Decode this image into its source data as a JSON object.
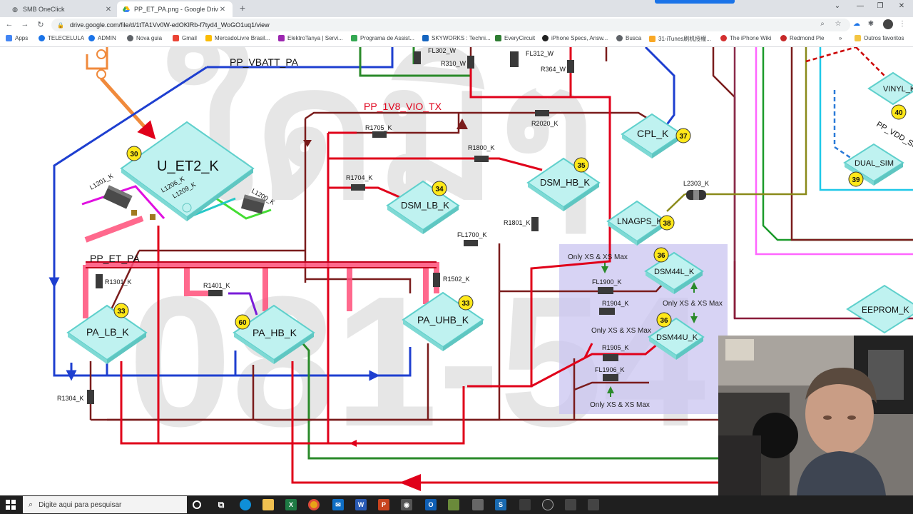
{
  "browser": {
    "tabs": [
      {
        "title": "SMB OneClick",
        "active": false
      },
      {
        "title": "PP_ET_PA.png - Google Drive",
        "active": true
      }
    ],
    "url": "drive.google.com/file/d/1tTA1Vv0W-edOKlRb-f7tyd4_WoGO1uq1/view",
    "bookmarks": [
      {
        "label": "Apps",
        "color": "#4285f4"
      },
      {
        "label": "TELECELULA",
        "color": "#1a73e8"
      },
      {
        "label": "ADMIN",
        "color": "#1a73e8"
      },
      {
        "label": "Nova guia",
        "color": "#5f6368"
      },
      {
        "label": "Gmail",
        "color": "#ea4335"
      },
      {
        "label": "MercadoLivre Brasil...",
        "color": "#fbbc04"
      },
      {
        "label": "ElektroTanya | Servi...",
        "color": "#9c27b0"
      },
      {
        "label": "Programa de Assist...",
        "color": "#34a853"
      },
      {
        "label": "SKYWORKS : Techni...",
        "color": "#1565c0"
      },
      {
        "label": "EveryCircuit",
        "color": "#2e7d32"
      },
      {
        "label": "iPhone Specs, Answ...",
        "color": "#212121"
      },
      {
        "label": "Busca",
        "color": "#5f6368"
      },
      {
        "label": "31-iTunes刷机授權...",
        "color": "#f9a825"
      },
      {
        "label": "The iPhone Wiki",
        "color": "#d32f2f"
      },
      {
        "label": "Redmond Pie",
        "color": "#c62828"
      }
    ],
    "other_bookmarks": "Outros favoritos"
  },
  "schematic": {
    "nets": {
      "vbatt": "PP_VBATT_PA",
      "vio": "PP_1V8_VIO_TX",
      "et_pa": "PP_ET_PA",
      "vdd_sim": "PP_VDD_SIM"
    },
    "chips": [
      {
        "name": "U_ET2_K",
        "badge": "30"
      },
      {
        "name": "PA_LB_K",
        "badge": "33"
      },
      {
        "name": "PA_HB_K",
        "badge": "60"
      },
      {
        "name": "PA_UHB_K",
        "badge": "33"
      },
      {
        "name": "DSM_LB_K",
        "badge": "34"
      },
      {
        "name": "DSM_HB_K",
        "badge": "35"
      },
      {
        "name": "CPL_K",
        "badge": "37"
      },
      {
        "name": "LNAGPS_K",
        "badge": "38"
      },
      {
        "name": "DSM44L_K",
        "badge": "36"
      },
      {
        "name": "DSM44U_K",
        "badge": "36"
      },
      {
        "name": "DUAL_SIM",
        "badge": "39"
      },
      {
        "name": "VINYL_K",
        "badge": "40"
      },
      {
        "name": "EEPROM_K",
        "badge": ""
      }
    ],
    "components": [
      "FL302_W",
      "R310_W",
      "FL312_W",
      "R364_W",
      "R1705_K",
      "R2020_K",
      "R1800_K",
      "R1704_K",
      "R1801_K",
      "FL1700_K",
      "L2303_K",
      "L1201_K",
      "L1206_K",
      "L1209_K",
      "L1200_K",
      "R1301_K",
      "R1401_K",
      "R1502_K",
      "R1304_K",
      "FL1900_K",
      "R1904_K",
      "R1905_K",
      "FL1906_K"
    ],
    "notes": [
      "Only XS & XS Max",
      "Only XS & XS Max",
      "Only XS & XS Max",
      "Only XS & XS Max"
    ]
  },
  "taskbar": {
    "search_placeholder": "Digite aqui para pesquisar"
  }
}
